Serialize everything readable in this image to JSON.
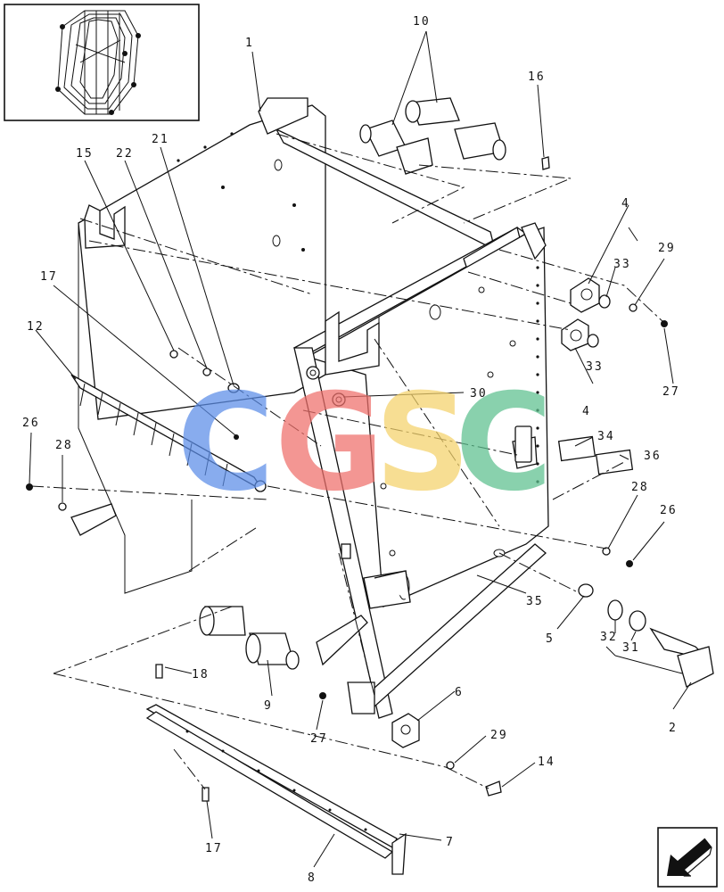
{
  "watermark": {
    "letters": [
      "C",
      "G",
      "S",
      "C"
    ],
    "colors": [
      "#5b8de8",
      "#ef6f6a",
      "#f4d26a",
      "#5cc08e"
    ]
  },
  "callouts": {
    "c1": "1",
    "c2": "2",
    "c4a": "4",
    "c4b": "4",
    "c5": "5",
    "c6": "6",
    "c7": "7",
    "c8": "8",
    "c9": "9",
    "c10": "10",
    "c12": "12",
    "c14": "14",
    "c15": "15",
    "c16": "16",
    "c17a": "17",
    "c17b": "17",
    "c18": "18",
    "c21": "21",
    "c22": "22",
    "c26a": "26",
    "c26b": "26",
    "c27a": "27",
    "c27b": "27",
    "c28a": "28",
    "c28b": "28",
    "c29a": "29",
    "c29b": "29",
    "c30": "30",
    "c31": "31",
    "c32": "32",
    "c33a": "33",
    "c33b": "33",
    "c34": "34",
    "c35": "35",
    "c36": "36"
  },
  "icons": {
    "thumbnail": "baler-frame-thumbnail-icon",
    "nav": "arrow-left-down-icon"
  }
}
